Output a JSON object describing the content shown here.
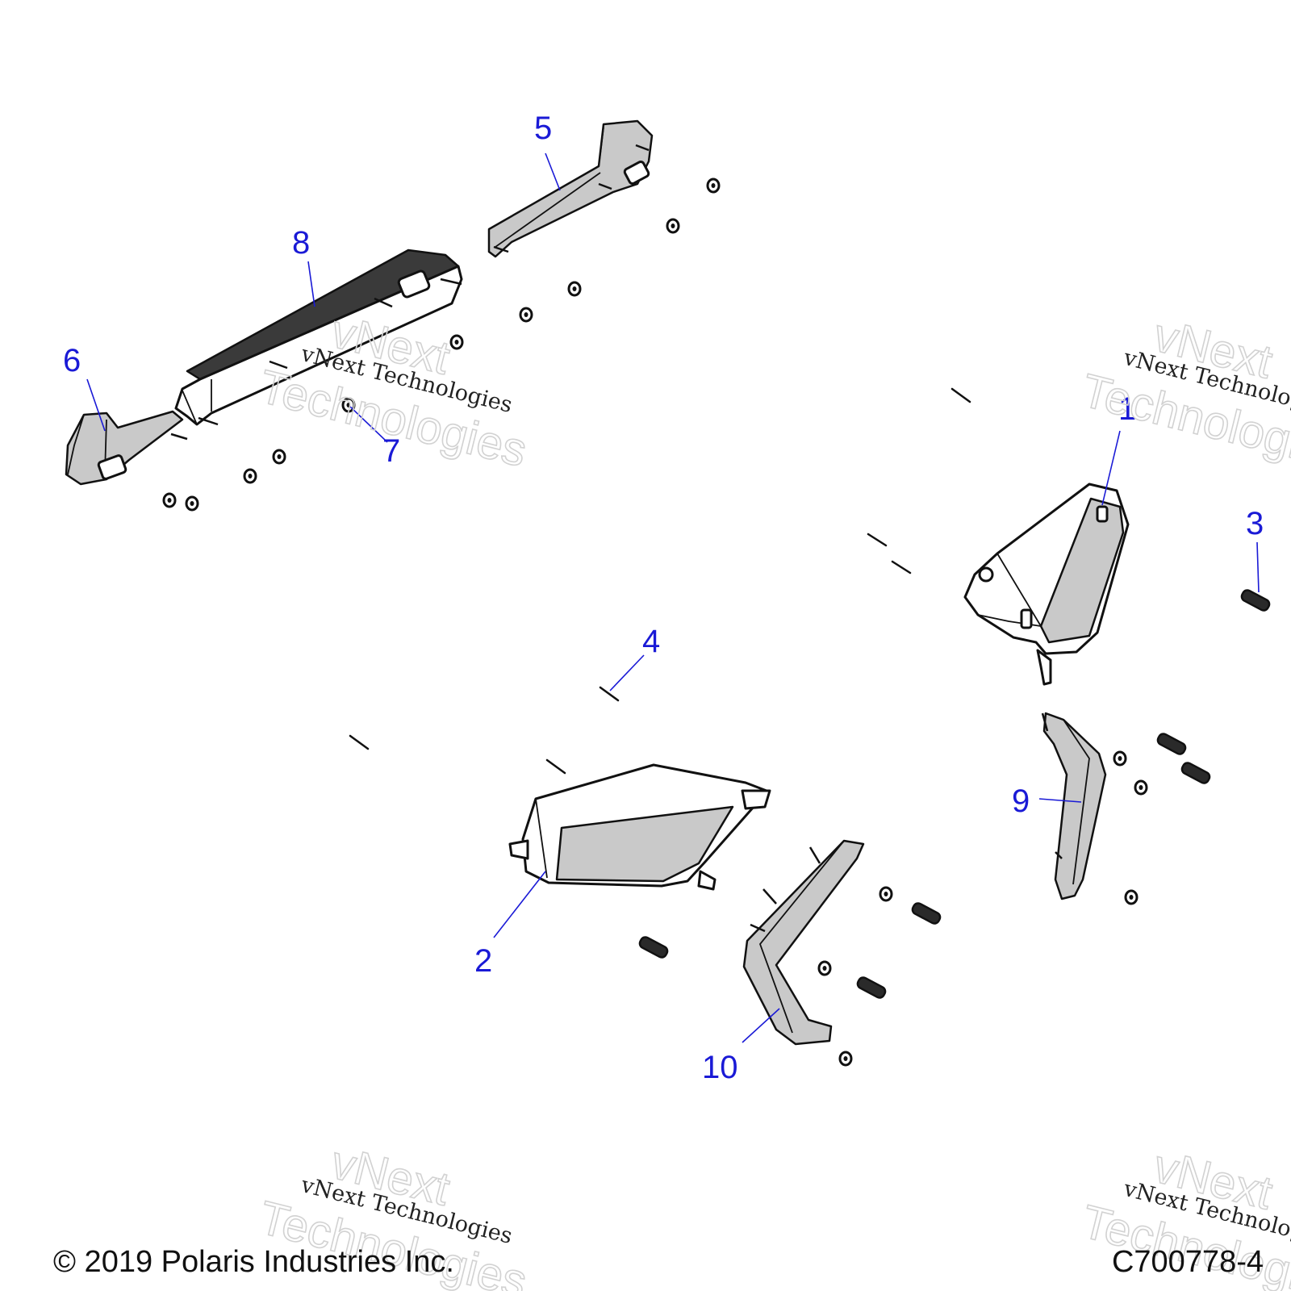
{
  "diagram": {
    "callouts": [
      {
        "id": "1",
        "label": "1"
      },
      {
        "id": "2",
        "label": "2"
      },
      {
        "id": "3",
        "label": "3"
      },
      {
        "id": "4",
        "label": "4"
      },
      {
        "id": "5",
        "label": "5"
      },
      {
        "id": "6",
        "label": "6"
      },
      {
        "id": "7",
        "label": "7"
      },
      {
        "id": "8",
        "label": "8"
      },
      {
        "id": "9",
        "label": "9"
      },
      {
        "id": "10",
        "label": "10"
      }
    ]
  },
  "watermark": {
    "script_text": "vNext Technologies",
    "outline_line1": "vNext",
    "outline_line2": "Technologies"
  },
  "footer": {
    "copyright": "© 2019 Polaris Industries Inc.",
    "drawing_id": "C700778-4"
  },
  "colors": {
    "callout": "#1a1ad6",
    "line_art": "#111111",
    "shading": "#c9c9c9"
  }
}
